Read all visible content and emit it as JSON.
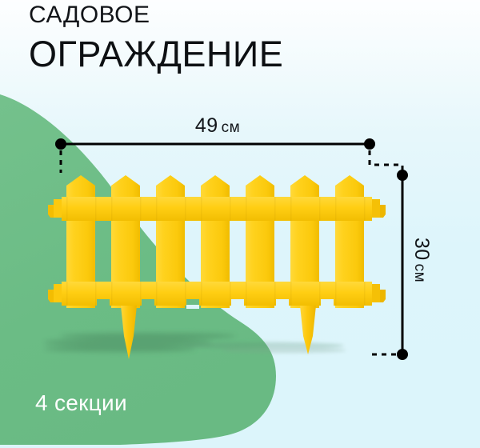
{
  "product": {
    "title_line1": "САДОВОЕ",
    "title_line2": "ОГРАЖДЕНИЕ",
    "caption": "4 секции"
  },
  "dimensions": {
    "width": {
      "value": "49",
      "unit": "см"
    },
    "height": {
      "value": "30",
      "unit": "см"
    }
  },
  "colors": {
    "background_top": "#fdfeff",
    "background_bottom": "#dcf5fb",
    "grass_green": "#6BBC85",
    "fence_yellow": "#FFD21E",
    "fence_yellow_dark": "#F5BE00",
    "text_dark": "#0d1013",
    "caption_text": "#ffffff",
    "dimension_line": "#000000"
  },
  "icons": {
    "top_dimension_line": "horizontal-dimension-line-icon",
    "right_dimension_line": "vertical-dimension-line-icon",
    "fence": "picket-fence-icon",
    "grass_blob": "grass-blob-icon"
  }
}
